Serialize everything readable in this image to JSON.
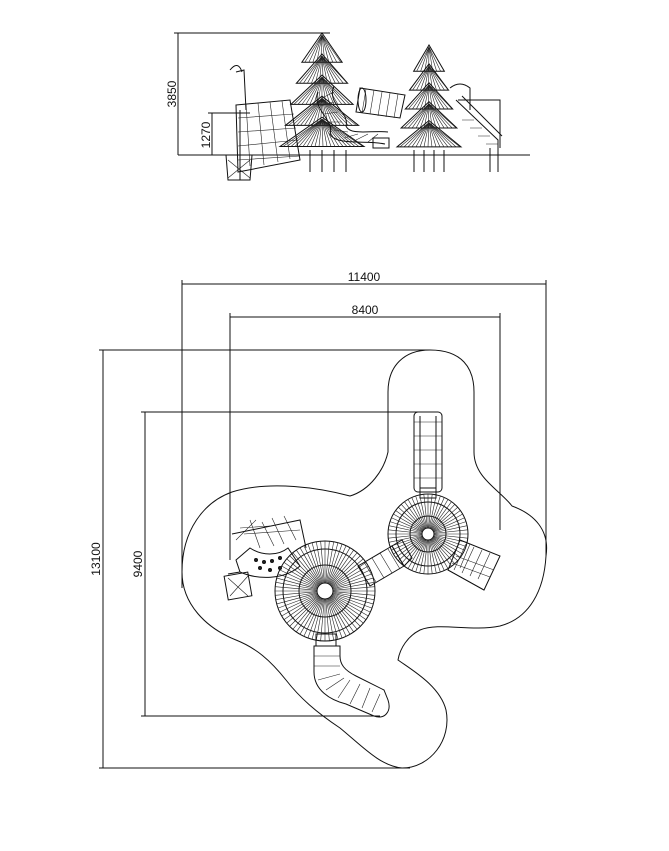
{
  "elevation": {
    "dimensions": {
      "total_height": "3850",
      "platform_height": "1270"
    }
  },
  "plan": {
    "dimensions": {
      "overall_width": "11400",
      "inner_width": "8400",
      "overall_depth": "13100",
      "inner_depth": "9400"
    }
  }
}
